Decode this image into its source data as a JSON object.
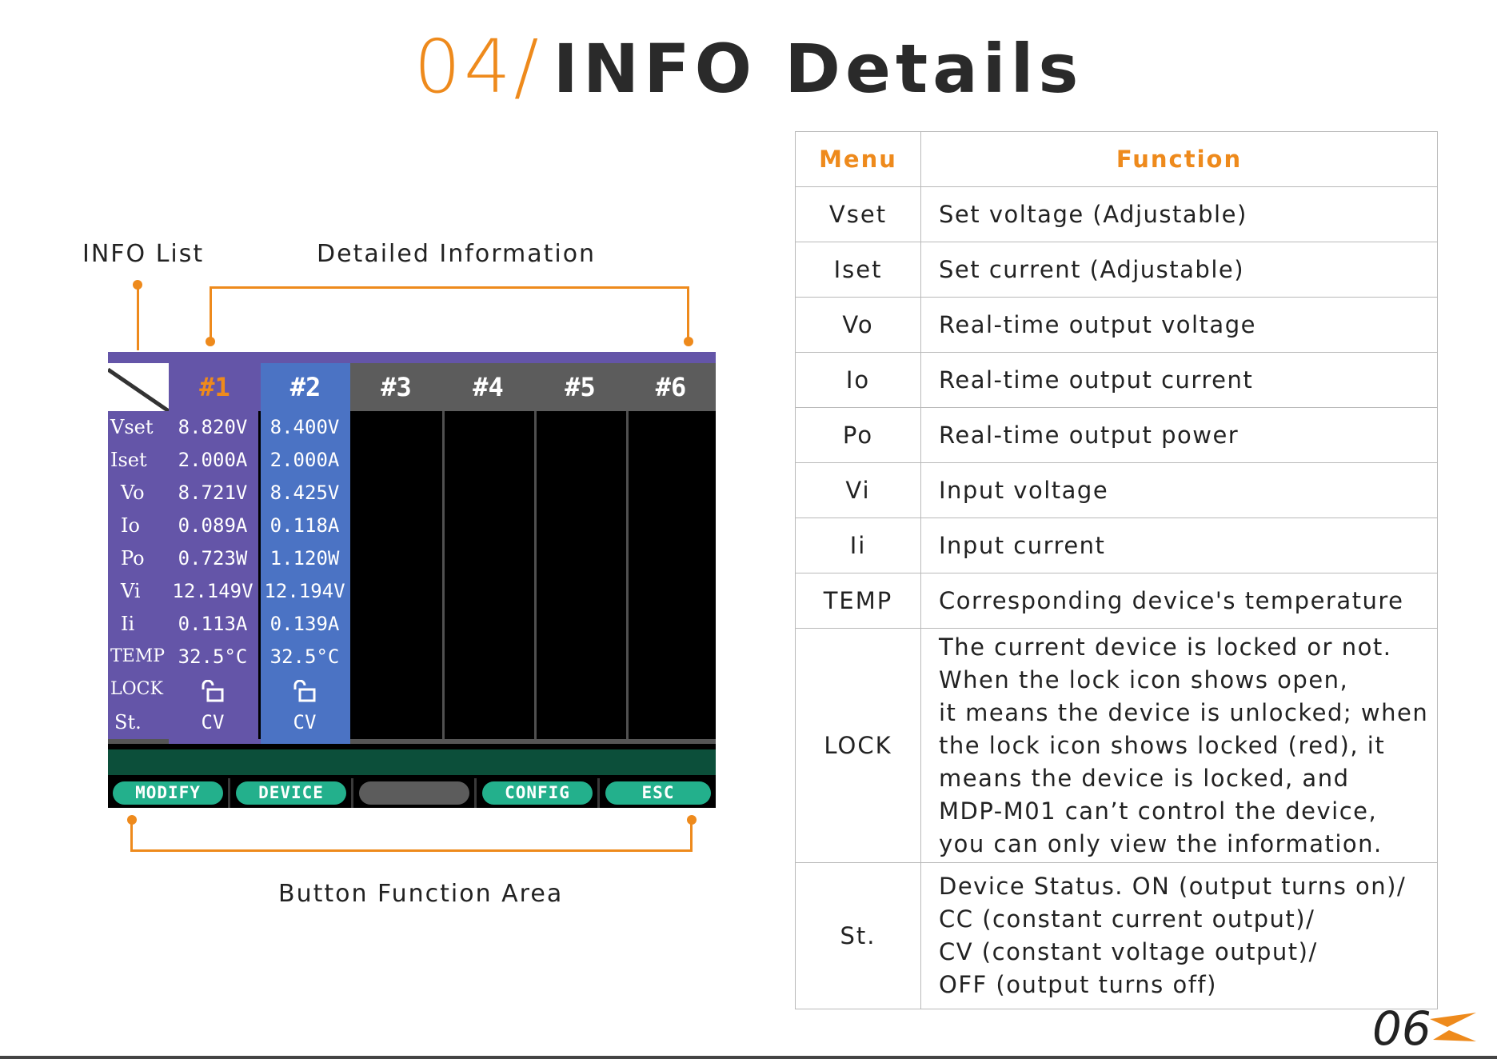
{
  "title": {
    "number": "04/",
    "text": "INFO Details"
  },
  "annotations": {
    "info_list": "INFO List",
    "detailed_information": "Detailed Information",
    "button_function_area": "Button Function Area"
  },
  "screen": {
    "column_headers": [
      "#1",
      "#2",
      "#3",
      "#4",
      "#5",
      "#6"
    ],
    "row_labels": [
      "Vset",
      "Iset",
      "Vo",
      "Io",
      "Po",
      "Vi",
      "Ii",
      "TEMP",
      "LOCK",
      "St."
    ],
    "channel1": [
      "8.820V",
      "2.000A",
      "8.721V",
      "0.089A",
      "0.723W",
      "12.149V",
      "0.113A",
      "32.5°C",
      "",
      "CV"
    ],
    "channel2": [
      "8.400V",
      "2.000A",
      "8.425V",
      "0.118A",
      "1.120W",
      "12.194V",
      "0.139A",
      "32.5°C",
      "",
      "CV"
    ],
    "lock_icon": "unlocked-icon",
    "buttons": [
      "MODIFY",
      "DEVICE",
      "",
      "CONFIG",
      "ESC"
    ]
  },
  "table": {
    "headers": {
      "menu": "Menu",
      "function": "Function"
    },
    "rows": [
      {
        "menu": "Vset",
        "function": "Set voltage (Adjustable)"
      },
      {
        "menu": "Iset",
        "function": "Set current (Adjustable)"
      },
      {
        "menu": "Vo",
        "function": "Real-time output voltage"
      },
      {
        "menu": "Io",
        "function": "Real-time output current"
      },
      {
        "menu": "Po",
        "function": "Real-time output power"
      },
      {
        "menu": "Vi",
        "function": "Input voltage"
      },
      {
        "menu": "Ii",
        "function": "Input current"
      },
      {
        "menu": "TEMP",
        "function": "Corresponding device's temperature"
      },
      {
        "menu": "LOCK",
        "function_lines": [
          "The current device is locked or not.",
          "When the lock icon shows open,",
          "it means the device is unlocked; when",
          "the lock icon shows locked (red), it",
          "means the device is locked, and",
          "MDP-M01 can’t control the device,",
          "you can only view the information."
        ]
      },
      {
        "menu": "St.",
        "function_lines": [
          "Device Status. ON (output turns on)/",
          "CC (constant current output)/",
          "CV (constant voltage output)/",
          "OFF (output turns off)"
        ]
      }
    ]
  },
  "page_number": "06",
  "colors": {
    "accent": "#ee8a1c",
    "channel1": "#6455a8",
    "channel2": "#4b73c4",
    "button": "#23b08c"
  }
}
